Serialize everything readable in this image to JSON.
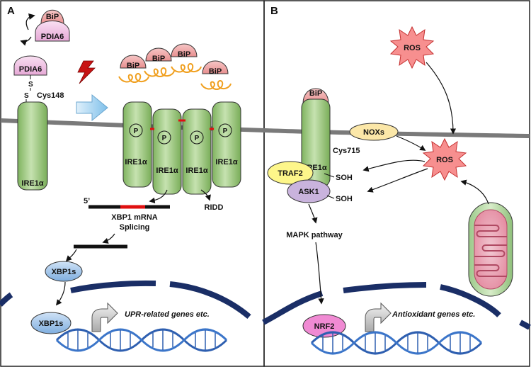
{
  "panels": {
    "a": {
      "letter": "A",
      "bip": "BiP",
      "pdia6": "PDIA6",
      "disulfide": "S",
      "cys": "Cys148",
      "ire1": "IRE1α",
      "phospho": "P",
      "five_prime": "5’",
      "xbp1_mrna": "XBP1 mRNA",
      "splicing": "Splicing",
      "ridd": "RIDD",
      "xbp1s": "XBP1s",
      "genes": "UPR-related genes etc."
    },
    "b": {
      "letter": "B",
      "bip": "BiP",
      "ros": "ROS",
      "noxs": "NOXs",
      "ire1": "IRE1α",
      "cys": "Cys715",
      "soh": "SOH",
      "traf2": "TRAF2",
      "ask1": "ASK1",
      "mapk": "MAPK pathway",
      "nrf2": "NRF2",
      "genes": "Antioxidant genes etc."
    }
  },
  "colors": {
    "membrane": "#7a7a7a",
    "nucleus": "#1a2e66",
    "ire1_fill": "#a9d08e",
    "bip_fill": "#f2a7a7",
    "pdia6_fill": "#f3c7e6",
    "xbp1s_fill": "#9dc3e6",
    "ros_fill": "#f78f8f",
    "noxs_fill": "#fbe7a8",
    "traf2_fill": "#fdf68a",
    "ask1_fill": "#c9b3dd",
    "nrf2_fill": "#f08ad3",
    "splice_red": "#e01010",
    "dna_blue": "#2e5fb0"
  },
  "icons": [
    "lightning-icon",
    "block-arrow-icon",
    "bent-arrow-icon",
    "dna-helix-icon",
    "mitochondrion-icon",
    "ros-burst-icon"
  ]
}
